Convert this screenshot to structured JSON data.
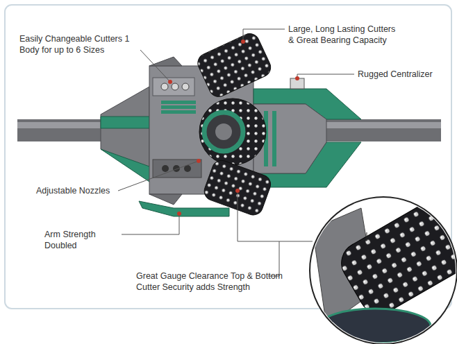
{
  "diagram": {
    "labels": [
      "Easily Changeable Cutters 1 Body for up to 6 Sizes",
      "Large, Long Lasting Cutters & Great Bearing Capacity",
      "Rugged Centralizer",
      "Adjustable Nozzles",
      "Arm Strength Doubled",
      "Great Gauge Clearance Top & Bottom Cutter Security adds Strength"
    ]
  }
}
